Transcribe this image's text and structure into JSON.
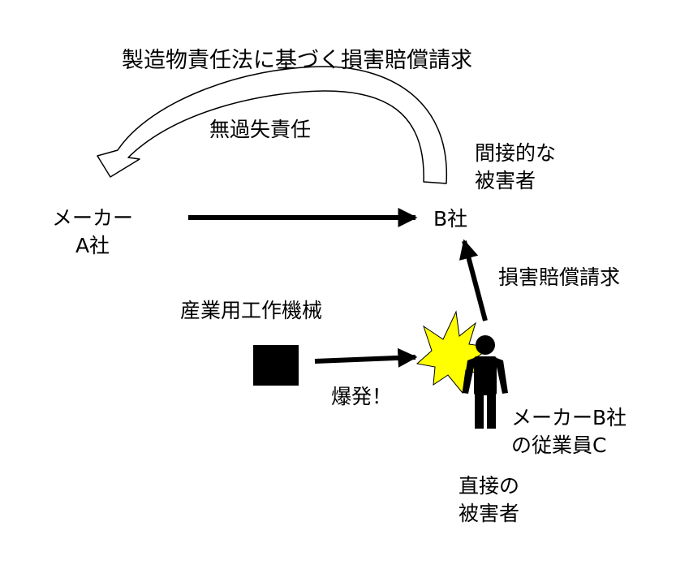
{
  "title": "製造物責任法に基づく損害賠償請求",
  "curve_label": "無過失責任",
  "maker_a": [
    "メーカー",
    "A社"
  ],
  "company_b": "B社",
  "indirect_victim": [
    "間接的な",
    "被害者"
  ],
  "damages_claim": "損害賠償請求",
  "machine": "産業用工作機械",
  "explosion": "爆発！",
  "employee": [
    "メーカーB社",
    "の従業員C"
  ],
  "direct_victim": [
    "直接の",
    "被害者"
  ],
  "colors": {
    "burst": "#ffff00",
    "ink": "#000000"
  }
}
